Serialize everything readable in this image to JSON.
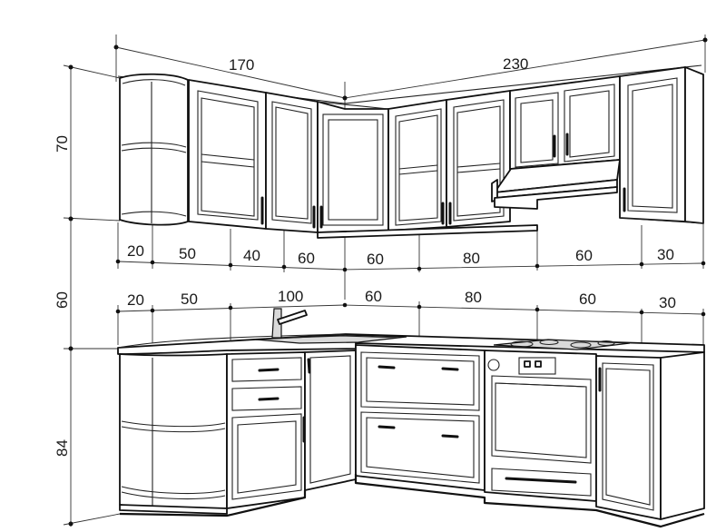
{
  "dimensions": {
    "upper_left_width": "170",
    "upper_right_width": "230",
    "upper_height": "70",
    "gap_height": "60",
    "base_height": "84",
    "upper_segments": [
      "20",
      "50",
      "40",
      "60",
      "60",
      "80",
      "60",
      "30"
    ],
    "base_segments": [
      "20",
      "50",
      "100",
      "60",
      "80",
      "60",
      "30"
    ]
  }
}
